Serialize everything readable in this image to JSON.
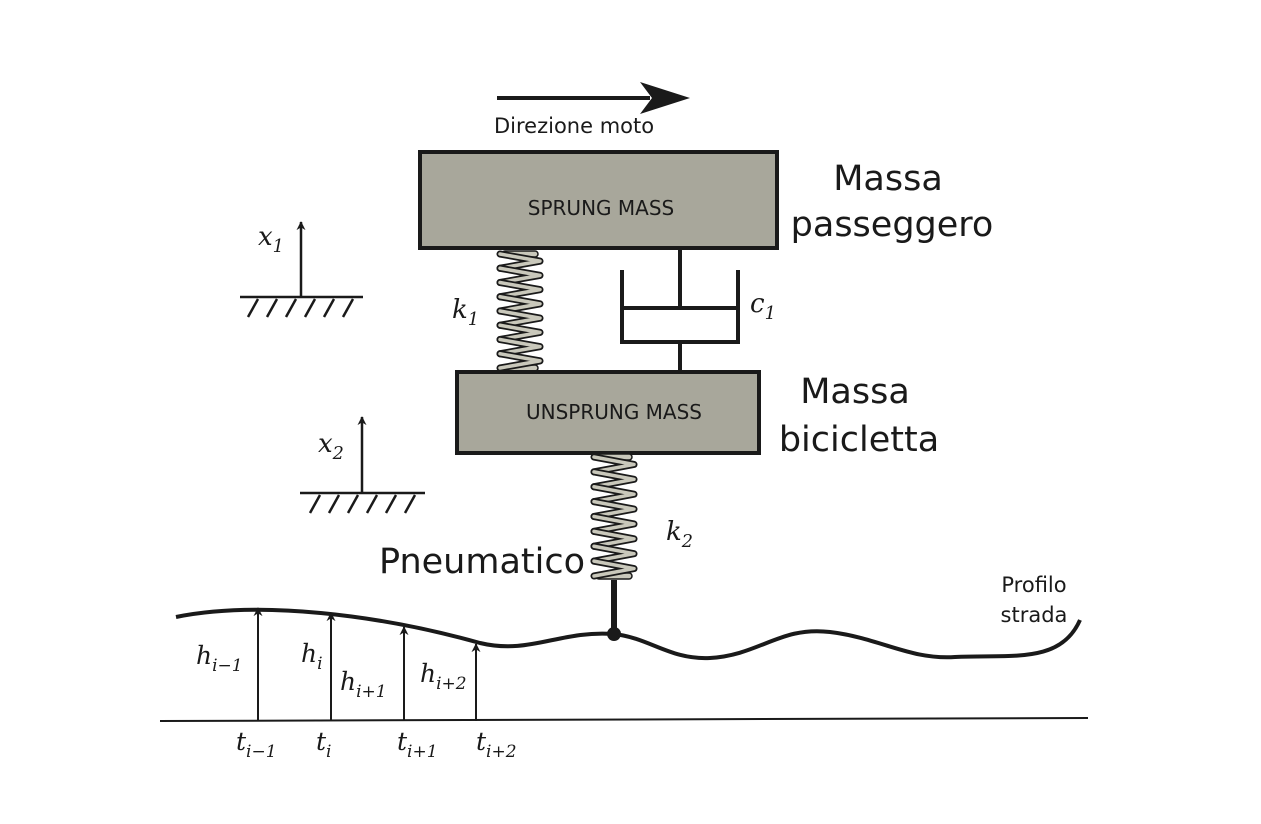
{
  "direction_label": "Direzione moto",
  "sprung_mass": {
    "box_label": "SPRUNG MASS",
    "caption_line1": "Massa",
    "caption_line2": "passeggero"
  },
  "unsprung_mass": {
    "box_label": "UNSPRUNG MASS",
    "caption_line1": "Massa",
    "caption_line2": "bicicletta"
  },
  "tyre_label": "Pneumatico",
  "road_label_line1": "Profilo",
  "road_label_line2": "strada",
  "symbols": {
    "x1": {
      "base": "x",
      "sub": "1"
    },
    "x2": {
      "base": "x",
      "sub": "2"
    },
    "k1": {
      "base": "k",
      "sub": "1"
    },
    "k2": {
      "base": "k",
      "sub": "2"
    },
    "c1": {
      "base": "c",
      "sub": "1"
    }
  },
  "heights": [
    {
      "base": "h",
      "sub": "i−1"
    },
    {
      "base": "h",
      "sub": "i"
    },
    {
      "base": "h",
      "sub": "i+1"
    },
    {
      "base": "h",
      "sub": "i+2"
    }
  ],
  "times": [
    {
      "base": "t",
      "sub": "i−1"
    },
    {
      "base": "t",
      "sub": "i"
    },
    {
      "base": "t",
      "sub": "i+1"
    },
    {
      "base": "t",
      "sub": "i+2"
    }
  ],
  "colors": {
    "mass_fill": "#a8a79b",
    "stroke": "#1a1a1a",
    "spring_fill": "#c9c8bb"
  }
}
